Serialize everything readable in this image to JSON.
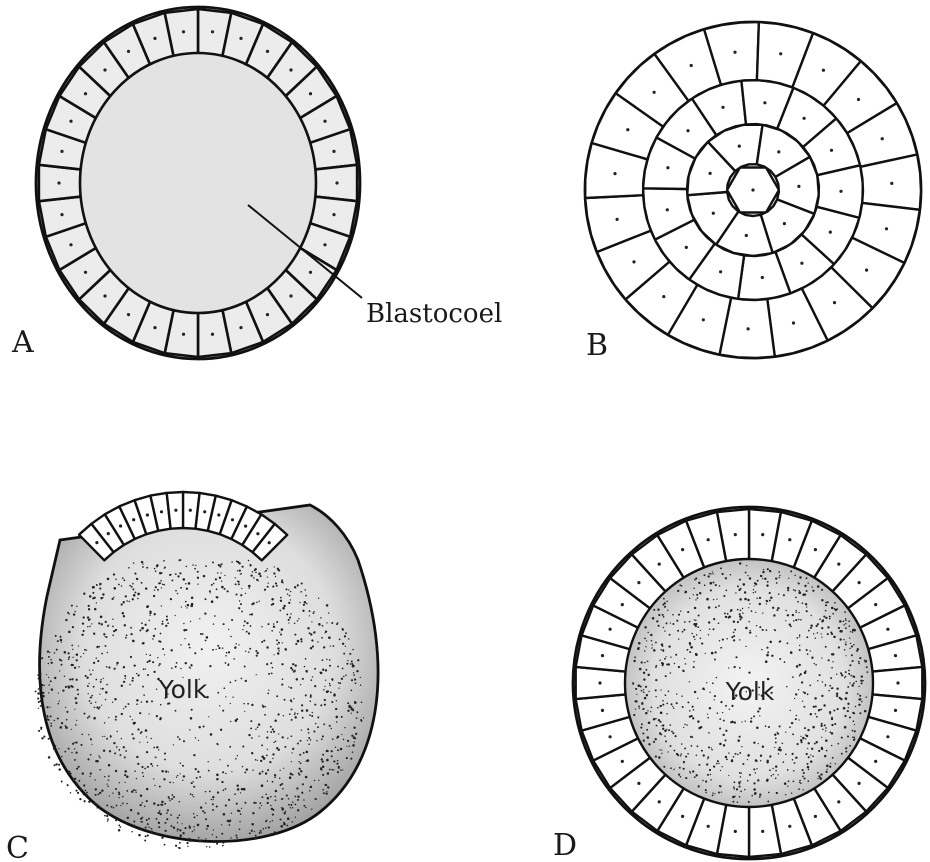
{
  "figure": {
    "panels": [
      {
        "letter": "A",
        "label": "Blastocoel"
      },
      {
        "letter": "B"
      },
      {
        "letter": "C",
        "label": "Yolk"
      },
      {
        "letter": "D",
        "label": "Yolk"
      }
    ]
  }
}
